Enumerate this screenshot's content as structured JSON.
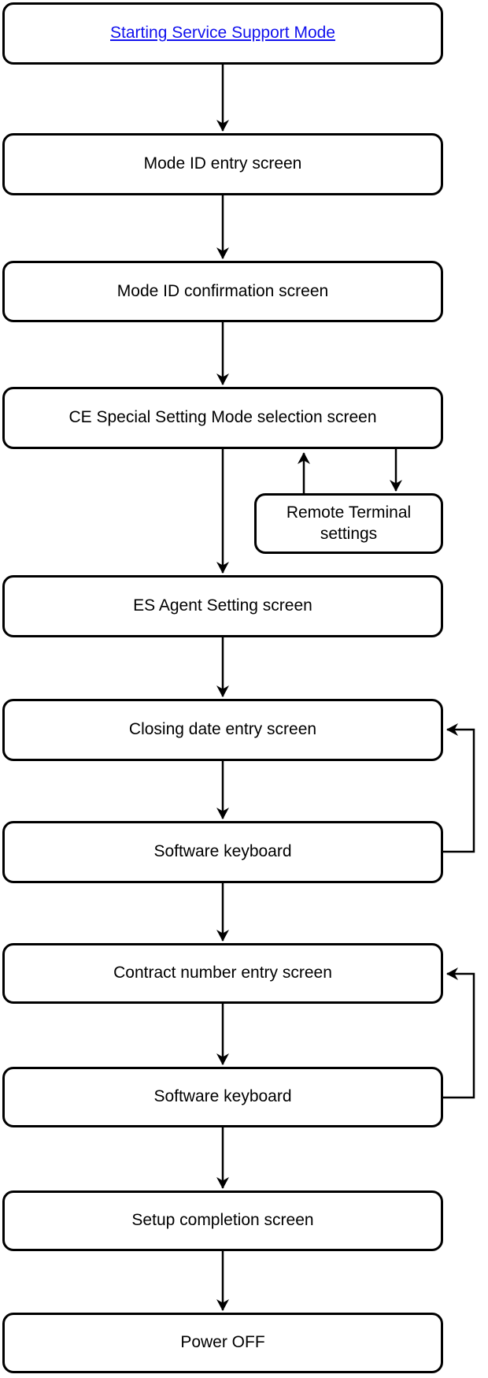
{
  "diagram": {
    "nodes": [
      {
        "id": "start",
        "label": "Starting Service Support Mode",
        "kind": "link"
      },
      {
        "id": "mode-id-entry",
        "label": "Mode ID entry screen",
        "kind": "box"
      },
      {
        "id": "mode-id-confirmation",
        "label": "Mode ID confirmation screen",
        "kind": "box"
      },
      {
        "id": "ce-special-setting",
        "label": "CE Special Setting Mode selection screen",
        "kind": "box"
      },
      {
        "id": "remote-terminal",
        "label": "Remote Terminal settings",
        "kind": "box"
      },
      {
        "id": "es-agent-setting",
        "label": "ES Agent Setting screen",
        "kind": "box"
      },
      {
        "id": "closing-date-entry",
        "label": "Closing date entry screen",
        "kind": "box"
      },
      {
        "id": "software-keyboard-1",
        "label": "Software keyboard",
        "kind": "box"
      },
      {
        "id": "contract-number-entry",
        "label": "Contract number entry screen",
        "kind": "box"
      },
      {
        "id": "software-keyboard-2",
        "label": "Software keyboard",
        "kind": "box"
      },
      {
        "id": "setup-completion",
        "label": "Setup completion screen",
        "kind": "box"
      },
      {
        "id": "power-off",
        "label": "Power OFF",
        "kind": "box"
      }
    ],
    "edges": [
      {
        "from": "start",
        "to": "mode-id-entry"
      },
      {
        "from": "mode-id-entry",
        "to": "mode-id-confirmation"
      },
      {
        "from": "mode-id-confirmation",
        "to": "ce-special-setting"
      },
      {
        "from": "ce-special-setting",
        "to": "es-agent-setting"
      },
      {
        "from": "remote-terminal",
        "to": "ce-special-setting"
      },
      {
        "from": "ce-special-setting",
        "to": "remote-terminal"
      },
      {
        "from": "es-agent-setting",
        "to": "closing-date-entry"
      },
      {
        "from": "closing-date-entry",
        "to": "software-keyboard-1"
      },
      {
        "from": "software-keyboard-1",
        "to": "closing-date-entry",
        "note": "return loop"
      },
      {
        "from": "software-keyboard-1",
        "to": "contract-number-entry"
      },
      {
        "from": "contract-number-entry",
        "to": "software-keyboard-2"
      },
      {
        "from": "software-keyboard-2",
        "to": "contract-number-entry",
        "note": "return loop"
      },
      {
        "from": "software-keyboard-2",
        "to": "setup-completion"
      },
      {
        "from": "setup-completion",
        "to": "power-off"
      }
    ],
    "colors": {
      "link": "#1111ee",
      "line": "#000000",
      "box_border": "#000000",
      "box_fill": "#ffffff",
      "background": "#ffffff"
    }
  }
}
